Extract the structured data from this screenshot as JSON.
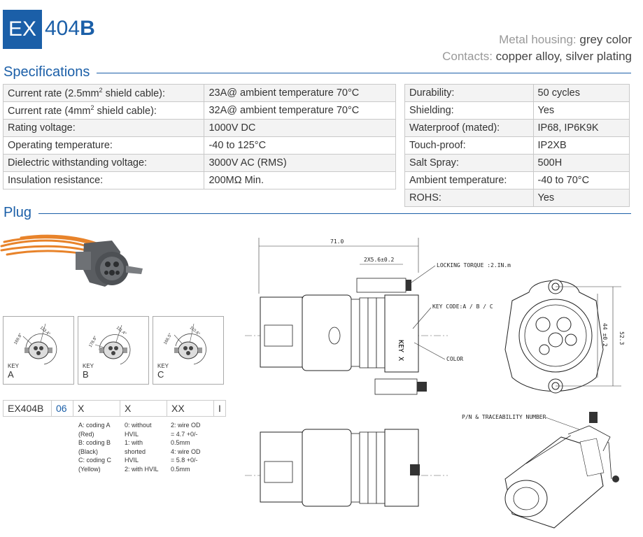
{
  "title": {
    "prefix": "EX",
    "number": "404",
    "suffix": "B"
  },
  "housing": [
    {
      "label": "Metal housing: ",
      "value": "grey color"
    },
    {
      "label": "Contacts: ",
      "value": "copper alloy, silver plating"
    }
  ],
  "sections": {
    "specifications": "Specifications",
    "plug": "Plug"
  },
  "spec_left": [
    {
      "label": "Current rate (2.5mm",
      "sup": "2",
      "label_after": " shield cable):",
      "value": "23A@ ambient temperature 70°C"
    },
    {
      "label": "Current rate (4mm",
      "sup": "2",
      "label_after": " shield cable):",
      "value": "32A@ ambient temperature 70°C"
    },
    {
      "label": "Rating voltage:",
      "value": "1000V DC"
    },
    {
      "label": "Operating temperature:",
      "value": "-40 to 125°C"
    },
    {
      "label": "Dielectric withstanding voltage:",
      "value": "3000V AC (RMS)"
    },
    {
      "label": "Insulation resistance:",
      "value": "200MΩ Min."
    }
  ],
  "spec_right": [
    {
      "label": "Durability:",
      "value": "50 cycles"
    },
    {
      "label": "Shielding:",
      "value": "Yes"
    },
    {
      "label": "Waterproof (mated):",
      "value": "IP68, IP6K9K"
    },
    {
      "label": "Touch-proof:",
      "value": "IP2XB"
    },
    {
      "label": "Salt Spray:",
      "value": "500H"
    },
    {
      "label": "Ambient temperature:",
      "value": "-40 to 70°C"
    },
    {
      "label": "ROHS:",
      "value": "Yes"
    }
  ],
  "keys": [
    {
      "key_label": "KEY",
      "letter": "A",
      "angle1": "169.8°",
      "angle2": "113.4°"
    },
    {
      "key_label": "KEY",
      "letter": "B",
      "angle1": "178.8°",
      "angle2": "111.4°"
    },
    {
      "key_label": "KEY",
      "letter": "C",
      "angle1": "166.5°",
      "angle2": "110.6°"
    }
  ],
  "part_number": {
    "cells": [
      "EX404B",
      "06",
      "X",
      "X",
      "XX",
      "I"
    ],
    "options": [
      "A: coding A\n(Red)\nB: coding B\n(Black)\nC: coding C\n(Yellow)",
      "0: without\nHVIL\n1: with\nshorted\nHVIL\n2: with HVIL",
      "2: wire OD\n= 4.7 +0/-\n0.5mm\n4: wire OD\n= 5.8 +0/-\n0.5mm"
    ]
  },
  "drawing": {
    "dim_71": "71.0",
    "dim_2x56": "2X5.6±0.2",
    "locking_torque": "LOCKING TORQUE :2.IN.m",
    "key_code": "KEY CODE:A / B / C",
    "color": "COLOR",
    "dim_44": "44 ±0.2",
    "dim_523": "52.3",
    "pn_trace": "P/N & TRACEABILITY NUMBER",
    "key_mark": "KEY X"
  }
}
